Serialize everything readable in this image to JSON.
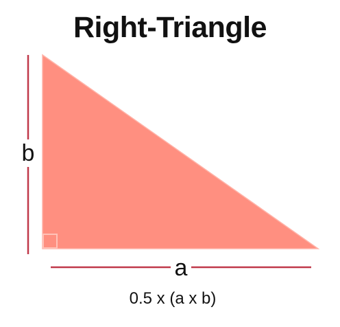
{
  "title": "Right-Triangle",
  "labels": {
    "side_b": "b",
    "side_a": "a"
  },
  "formula": "0.5 x (a x b)",
  "colors": {
    "triangle_fill": "#FF8F80",
    "triangle_edge": "#FFB3A8",
    "dimension_line": "#C0394A",
    "text": "#111111"
  }
}
